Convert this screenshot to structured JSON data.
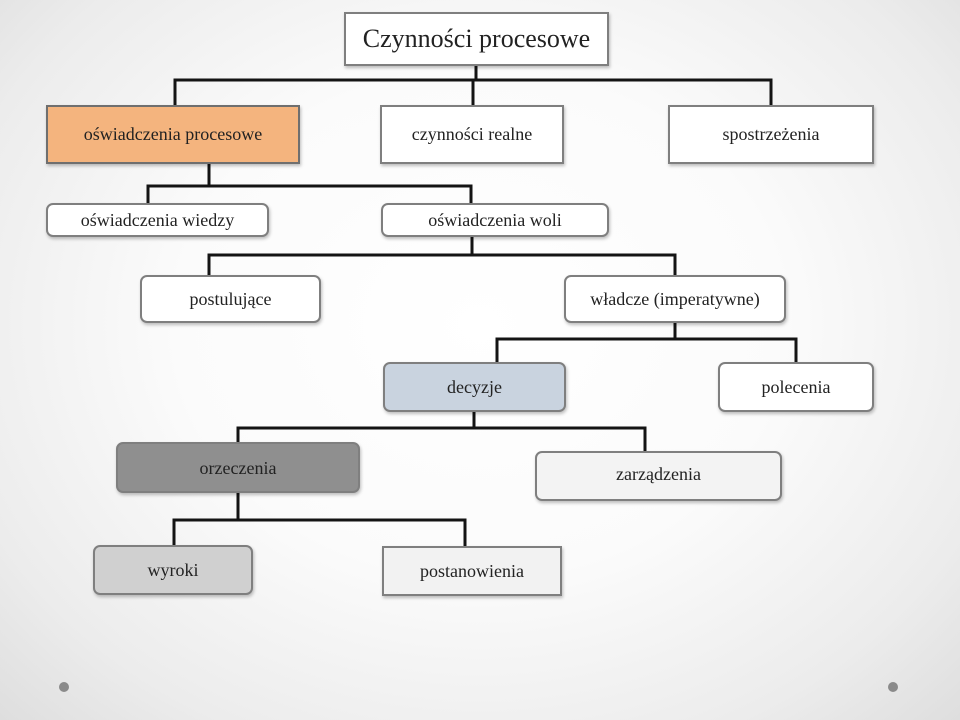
{
  "diagram": {
    "nodes": {
      "root": "Czynności procesowe",
      "oswiadczenia_procesowe": "oświadczenia procesowe",
      "czynnosci_realne": "czynności realne",
      "spostrzezenia": "spostrzeżenia",
      "oswiadczenia_wiedzy": "oświadczenia wiedzy",
      "oswiadczenia_woli": "oświadczenia woli",
      "postulujace": "postulujące",
      "wladcze": "władcze (imperatywne)",
      "decyzje": "decyzje",
      "polecenia": "polecenia",
      "orzeczenia": "orzeczenia",
      "zarzadzenia": "zarządzenia",
      "wyroki": "wyroki",
      "postanowienia": "postanowienia"
    },
    "edges": [
      [
        "root",
        "oswiadczenia_procesowe"
      ],
      [
        "root",
        "czynnosci_realne"
      ],
      [
        "root",
        "spostrzezenia"
      ],
      [
        "oswiadczenia_procesowe",
        "oswiadczenia_wiedzy"
      ],
      [
        "oswiadczenia_procesowe",
        "oswiadczenia_woli"
      ],
      [
        "oswiadczenia_woli",
        "postulujace"
      ],
      [
        "oswiadczenia_woli",
        "wladcze"
      ],
      [
        "wladcze",
        "decyzje"
      ],
      [
        "wladcze",
        "polecenia"
      ],
      [
        "decyzje",
        "orzeczenia"
      ],
      [
        "decyzje",
        "zarzadzenia"
      ],
      [
        "orzeczenia",
        "wyroki"
      ],
      [
        "orzeczenia",
        "postanowienia"
      ]
    ],
    "colors": {
      "highlight_orange": "#f4b47e",
      "light_blue": "#c9d3df",
      "dark_gray": "#8f8f8f",
      "mid_gray": "#d0d0d0",
      "light_gray": "#f2f2f2",
      "connector": "#141414"
    }
  }
}
